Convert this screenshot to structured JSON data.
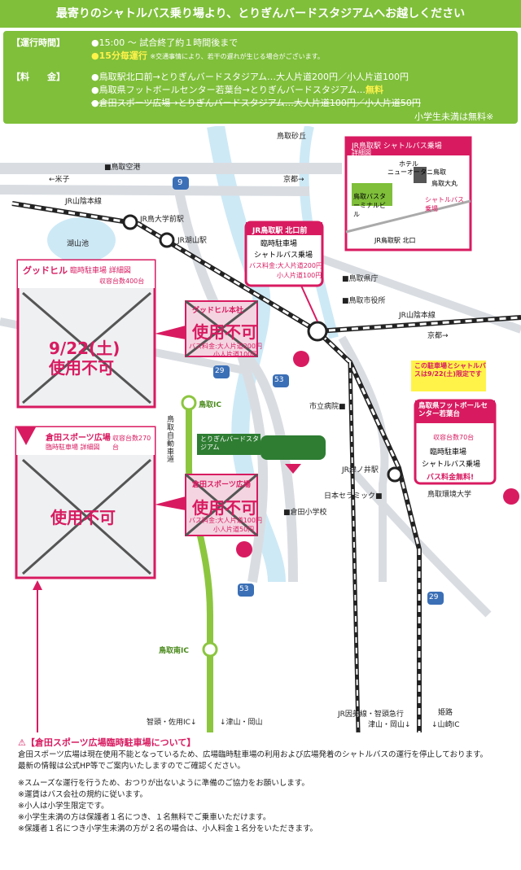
{
  "header": {
    "title": "最寄りのシャトルバス乗り場より、とりぎんバードスタジアムへお越しください"
  },
  "schedule": {
    "label": "【運行時間】",
    "line1": "●15:00 ～ 試合終了約１時間後まで",
    "line2_highlight": "●15分毎運行",
    "line2_note": "※交通事情により、若干の遅れが生じる場合がございます。"
  },
  "fares": {
    "label": "【料　　金】",
    "line1": "●鳥取駅北口前→とりぎんバードスタジアム…大人片道200円／小人片道100円",
    "line2_prefix": "●鳥取県フットボールセンター若葉台→とりぎんバードスタジアム…",
    "line2_free": "無料",
    "line3_strike": "●倉田スポーツ広場→とりぎんバードスタジアム…大人片道100円／小人片道50円",
    "child_note": "小学生未満は無料※"
  },
  "map": {
    "places": {
      "tottori_sakyu": "鳥取砂丘",
      "tottori_airport": "■鳥取空港",
      "yonago": "←米子",
      "kyoto_top": "京都→",
      "jr_sanin_left": "JR山陰本線",
      "jr_tottori_univ": "JR鳥大学前駅",
      "jr_koyama": "JR湖山駅",
      "koyamaike": "湖山池",
      "prefectural_office": "■鳥取県庁",
      "city_office": "■鳥取市役所",
      "jr_sanin_right": "JR山陰本線",
      "kyoto_right": "京都→",
      "tottori_ic": "鳥取IC",
      "expressway": "鳥取自動車道",
      "city_hospital": "市立病院■",
      "jr_tsunoi": "JR津ノ井駅",
      "nihon_ceramic": "日本セラミック■",
      "kurata_school": "■倉田小学校",
      "kankyo_univ": "鳥取環境大学",
      "tottori_minami_ic": "鳥取南IC",
      "chizu_sayo": "智頭・佐用IC↓",
      "tsuyama_okayama": "↓津山・岡山",
      "jr_inbi": "JR因美線・智頭急行",
      "jr_inbi2": "津山・岡山↓",
      "himeji": "姫路",
      "yamazaki": "↓山崎IC",
      "route9": "9",
      "route29a": "29",
      "route53a": "53",
      "route53b": "53",
      "route29b": "29",
      "stadium_label": "とりぎんバードスタジアム"
    },
    "station_box": {
      "title": "JR鳥取駅 北口前",
      "parking": "臨時駐車場",
      "shuttle": "シャトルバス乗場",
      "fare_adult": "バス料金:大人片道200円",
      "fare_child": "小人片道100円"
    },
    "inset": {
      "title": "JR鳥取駅 シャトルバス乗場",
      "subtitle": "詳細図",
      "hotel": "ホテル",
      "new_otani": "ニューオータニ鳥取",
      "bus_terminal": "鳥取バスターミナルビル",
      "shuttle_label": "シャトルバス乗場",
      "north_exit": "JR鳥取駅 北口",
      "daimaru": "鳥取大丸"
    },
    "goodhill": {
      "title": "グッドヒル",
      "subtitle": "臨時駐車場 詳細図",
      "capacity": "収容台数400台",
      "date": "9/22(土)",
      "unavailable": "使用不可"
    },
    "goodhill_small": {
      "title": "グッドヒル本社",
      "unavailable": "使用不可",
      "fare": "バス料金:大人片道200円",
      "fare_child": "小人片道100円"
    },
    "kurata": {
      "title": "倉田スポーツ広場",
      "subtitle": "臨時駐車場 詳細図",
      "capacity": "収容台数270台",
      "unavailable": "使用不可"
    },
    "kurata_small": {
      "title": "倉田スポーツ広場",
      "unavailable": "使用不可",
      "fare": "バス料金:大人片道100円",
      "fare_child": "小人片道50円"
    },
    "wakabadai": {
      "callout": "この駐車場とシャトルバスは9/22(土)限定です",
      "title": "鳥取県フットボールセンター若葉台",
      "capacity": "収容台数70台",
      "parking": "臨時駐車場",
      "shuttle": "シャトルバス乗場",
      "free": "バス料金無料!"
    }
  },
  "notice": {
    "heading": "【倉田スポーツ広場臨時駐車場について】",
    "p1": "倉田スポーツ広場は現在使用不能となっているため、広場臨時駐車場の利用および広場発着のシャトルバスの運行を停止しております。",
    "p2": "最新の情報は公式HP等でご案内いたしますのでご確認ください。",
    "notes": [
      "※スムーズな運行を行うため、おつりが出ないように準備のご協力をお願いします。",
      "※運賃はバス会社の規約に従います。",
      "※小人は小学生限定です。",
      "※小学生未満の方は保護者１名につき、１名無料でご乗車いただけます。",
      "※保護者１名につき小学生未満の方が２名の場合は、小人料金１名分をいただきます。"
    ]
  },
  "colors": {
    "green": "#7fbf3a",
    "magenta": "#d81b60",
    "road": "#d9dde2",
    "river": "#cde9f6"
  }
}
